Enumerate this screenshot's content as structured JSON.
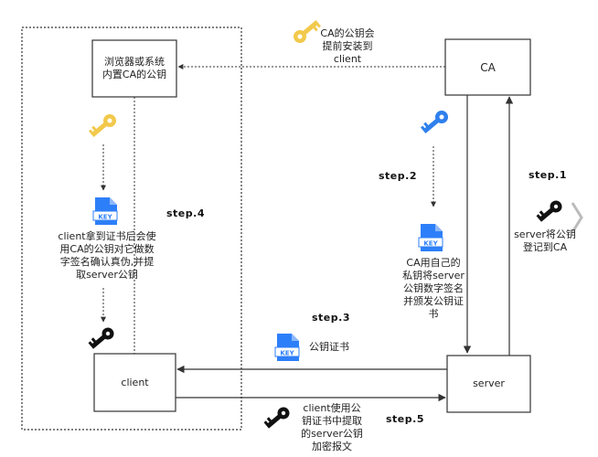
{
  "nodes": {
    "browser": "浏览器或系统\n内置CA的公钥",
    "ca": "CA",
    "client": "client",
    "server": "server"
  },
  "annotations": {
    "ca_preinstall": "CA的公钥会\n提前安装到\nclient",
    "client_verify": "client拿到证书后会使\n用CA的公钥对它做数\n字签名确认真伪,并提\n取server公钥",
    "ca_sign": "CA用自己的\n私钥将server\n公钥数字签名\n并颁发公钥证\n书",
    "server_register": "server将公钥\n登记到CA",
    "public_cert": "公钥证书",
    "client_encrypt": "client使用公\n钥证书中提取\n的server公钥\n加密报文"
  },
  "steps": {
    "s1": "step.1",
    "s2": "step.2",
    "s3": "step.3",
    "s4": "step.4",
    "s5": "step.5"
  },
  "badges": {
    "key": "KEY"
  },
  "colors": {
    "gold_key": "#F2C94C",
    "blue_key": "#2F80ED",
    "black_key": "#111111",
    "cert_blue": "#2D7FF9",
    "line": "#333333"
  }
}
